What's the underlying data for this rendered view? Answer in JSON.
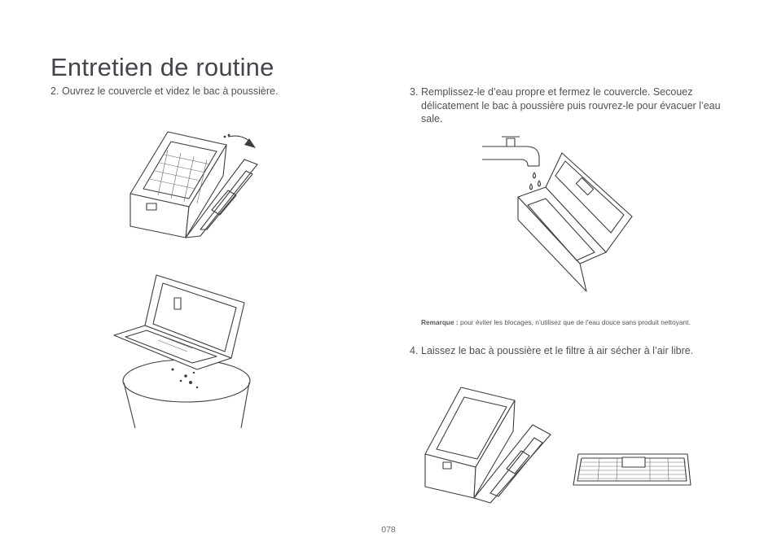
{
  "page": {
    "title": "Entretien de routine",
    "page_number": "078"
  },
  "steps": [
    {
      "number": "2.",
      "text": "Ouvrez le couvercle et videz le bac à poussière."
    },
    {
      "number": "3.",
      "text": "Remplissez-le d’eau propre et fermez le couvercle. Secouez délicatement le bac à poussière puis rouvrez-le pour évacuer l’eau sale."
    },
    {
      "number": "4.",
      "text": "Laissez le bac à poussière et le filtre à air sécher à l’air libre."
    }
  ],
  "note": {
    "label": "Remarque :",
    "text": " pour éviter les blocages, n’utilisez que de l’eau douce sans produit nettoyant."
  }
}
